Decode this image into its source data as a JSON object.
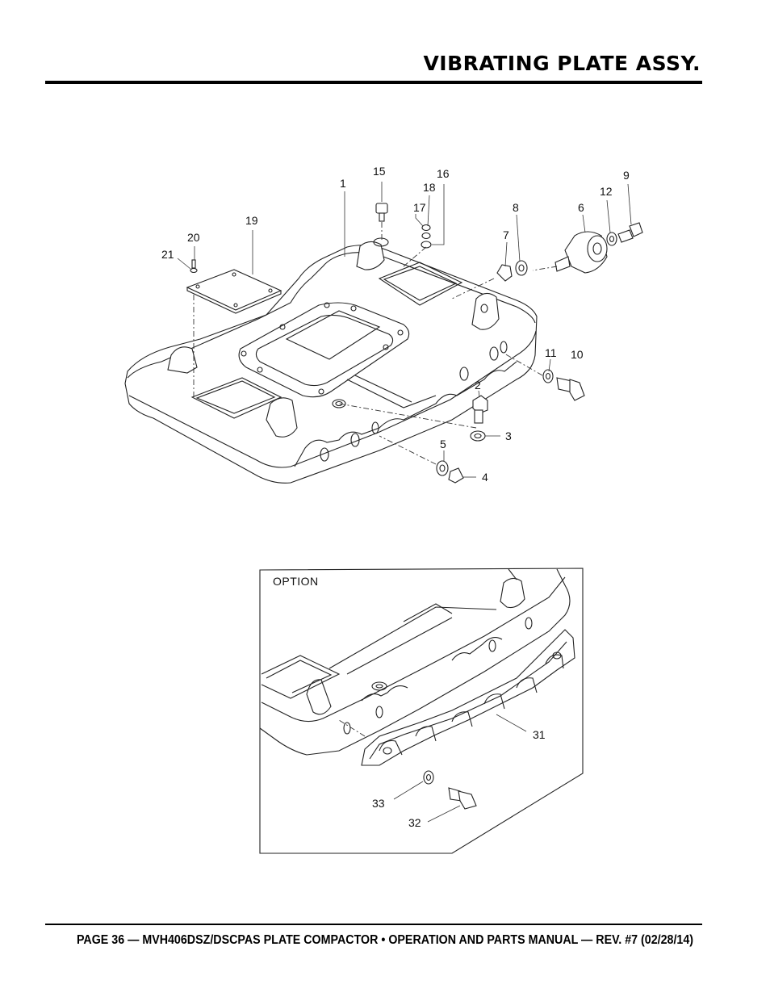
{
  "header": {
    "title": "VIBRATING PLATE ASSY."
  },
  "main_diagram": {
    "callouts": [
      "15",
      "1",
      "18",
      "17",
      "16",
      "9",
      "12",
      "8",
      "6",
      "7",
      "19",
      "20",
      "21",
      "11",
      "10",
      "2",
      "3",
      "5",
      "4"
    ]
  },
  "option_diagram": {
    "label": "OPTION",
    "callouts": [
      "31",
      "33",
      "32"
    ]
  },
  "footer": {
    "text": "PAGE 36 — MVH406DSZ/DSCPAS PLATE COMPACTOR • OPERATION AND PARTS MANUAL — REV. #7 (02/28/14)"
  }
}
